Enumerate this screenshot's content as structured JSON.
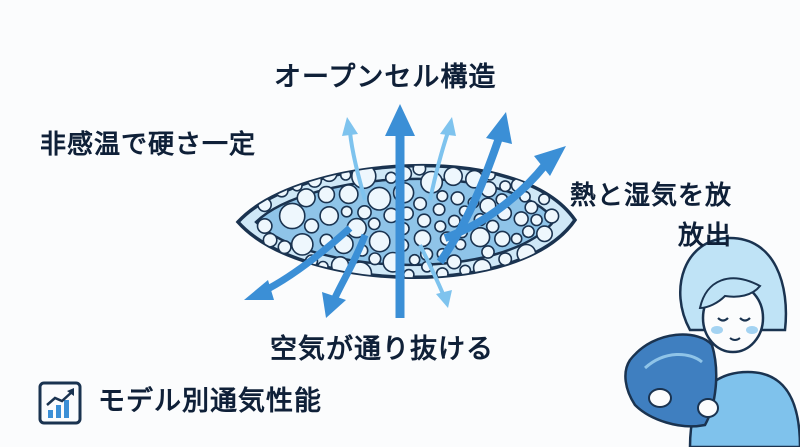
{
  "diagram": {
    "title": "オープンセル構造",
    "left_label": "非感温で硬さ一定",
    "right_label_line1": "熱と湿気を放",
    "right_label_line2": "放出",
    "bottom_label": "空気が通り抜ける"
  },
  "footer": {
    "text": "モデル別通気性能",
    "icon": "chart-up-icon"
  },
  "colors": {
    "text": "#0f2038",
    "foam_fill": "#c7e4f6",
    "foam_outline": "#1a3350",
    "arrow": "#3b8fd6",
    "arrow_light": "#7ec3ee"
  }
}
